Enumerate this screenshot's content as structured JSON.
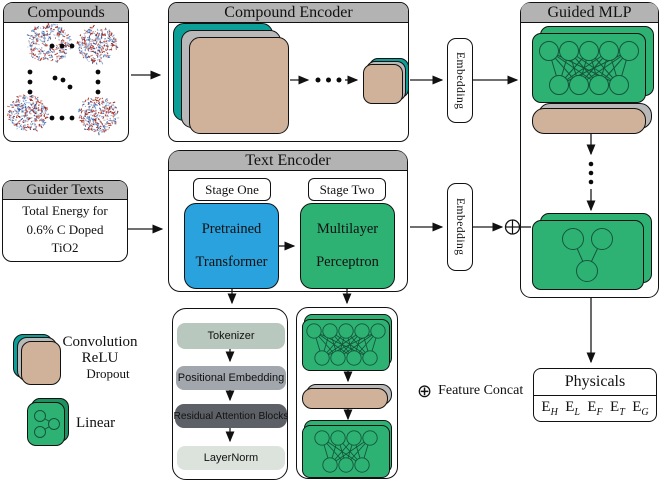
{
  "compounds": {
    "title": "Compounds"
  },
  "compound_encoder": {
    "title": "Compound Encoder"
  },
  "embedding_top": {
    "label": "Embedding"
  },
  "embedding_bottom": {
    "label": "Embedding"
  },
  "guided_mlp": {
    "title": "Guided MLP"
  },
  "guider_texts": {
    "title": "Guider Texts",
    "lines": [
      "Total Energy for",
      "0.6% C Doped",
      "TiO2"
    ]
  },
  "text_encoder": {
    "title": "Text Encoder",
    "stage_one_label": "Stage One",
    "stage_two_label": "Stage Two",
    "stage_one_block": {
      "line1": "Pretrained",
      "line2": "Transformer"
    },
    "stage_two_block": {
      "line1": "Multilayer",
      "line2": "Perceptron"
    }
  },
  "transformer_internals": {
    "steps": [
      "Tokenizer",
      "Positional Embedding",
      "Residual Attention Blocks",
      "LayerNorm"
    ]
  },
  "legend": {
    "conv_stack": [
      "Convolution",
      "ReLU",
      "Dropout"
    ],
    "linear_label": "Linear",
    "concat_symbol": "⊕",
    "concat_label": "Feature Concat"
  },
  "physicals": {
    "title": "Physicals",
    "outputs": [
      {
        "base": "E",
        "sub": "H"
      },
      {
        "base": "E",
        "sub": "L"
      },
      {
        "base": "E",
        "sub": "F"
      },
      {
        "base": "E",
        "sub": "T"
      },
      {
        "base": "E",
        "sub": "G"
      }
    ]
  },
  "colors": {
    "header_gray": "#b3b3b3",
    "teal": "#0b9f97",
    "stack_gray": "#b9b9b9",
    "tan": "#cfb299",
    "green": "#2eb274",
    "dark_green_back": "#1d9160",
    "blue": "#2aa2de",
    "tokenizer_sage": "#b9c8be",
    "pos_embed_gray": "#a2a6ad",
    "residual_dark": "#5d6167",
    "layernorm_light": "#dce2dc"
  }
}
